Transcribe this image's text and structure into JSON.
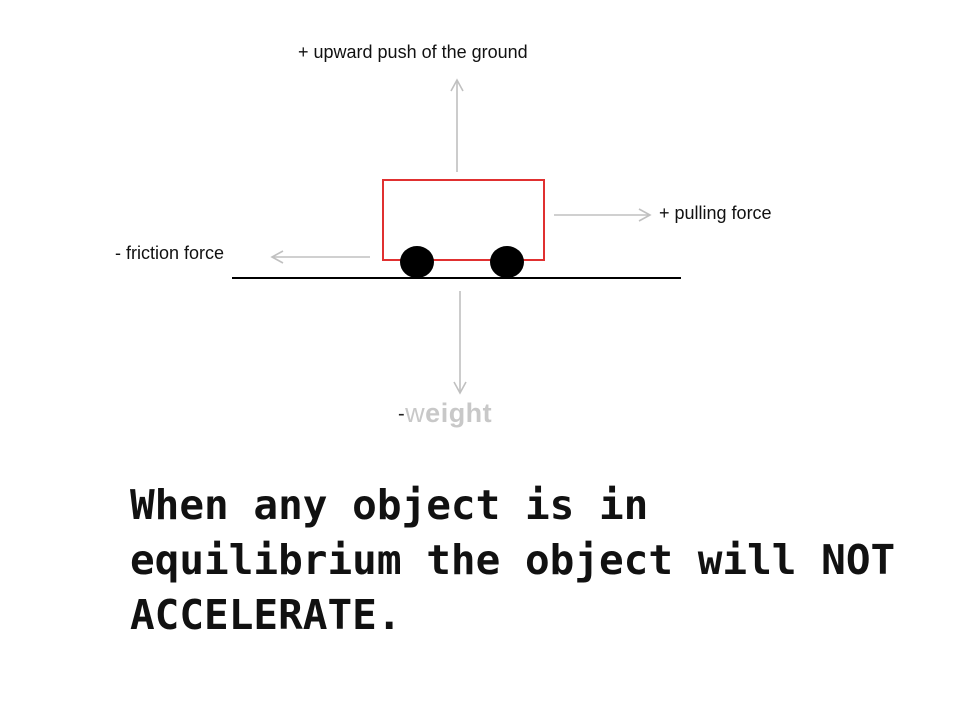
{
  "diagram": {
    "labels": {
      "upward": "+ upward push of the ground",
      "pulling": "+ pulling force",
      "friction": "- friction force",
      "weight_sign": "-",
      "weight_first": "w",
      "weight_rest": "eight"
    },
    "colors": {
      "box_border": "#e03030",
      "wheels": "#000000",
      "arrows": "#c0c0c0",
      "ground": "#000000",
      "weight_text": "#c8c8c8"
    }
  },
  "statement": {
    "line1": "When any object is in",
    "line2": "equilibrium the object will NOT",
    "line3": "ACCELERATE."
  }
}
